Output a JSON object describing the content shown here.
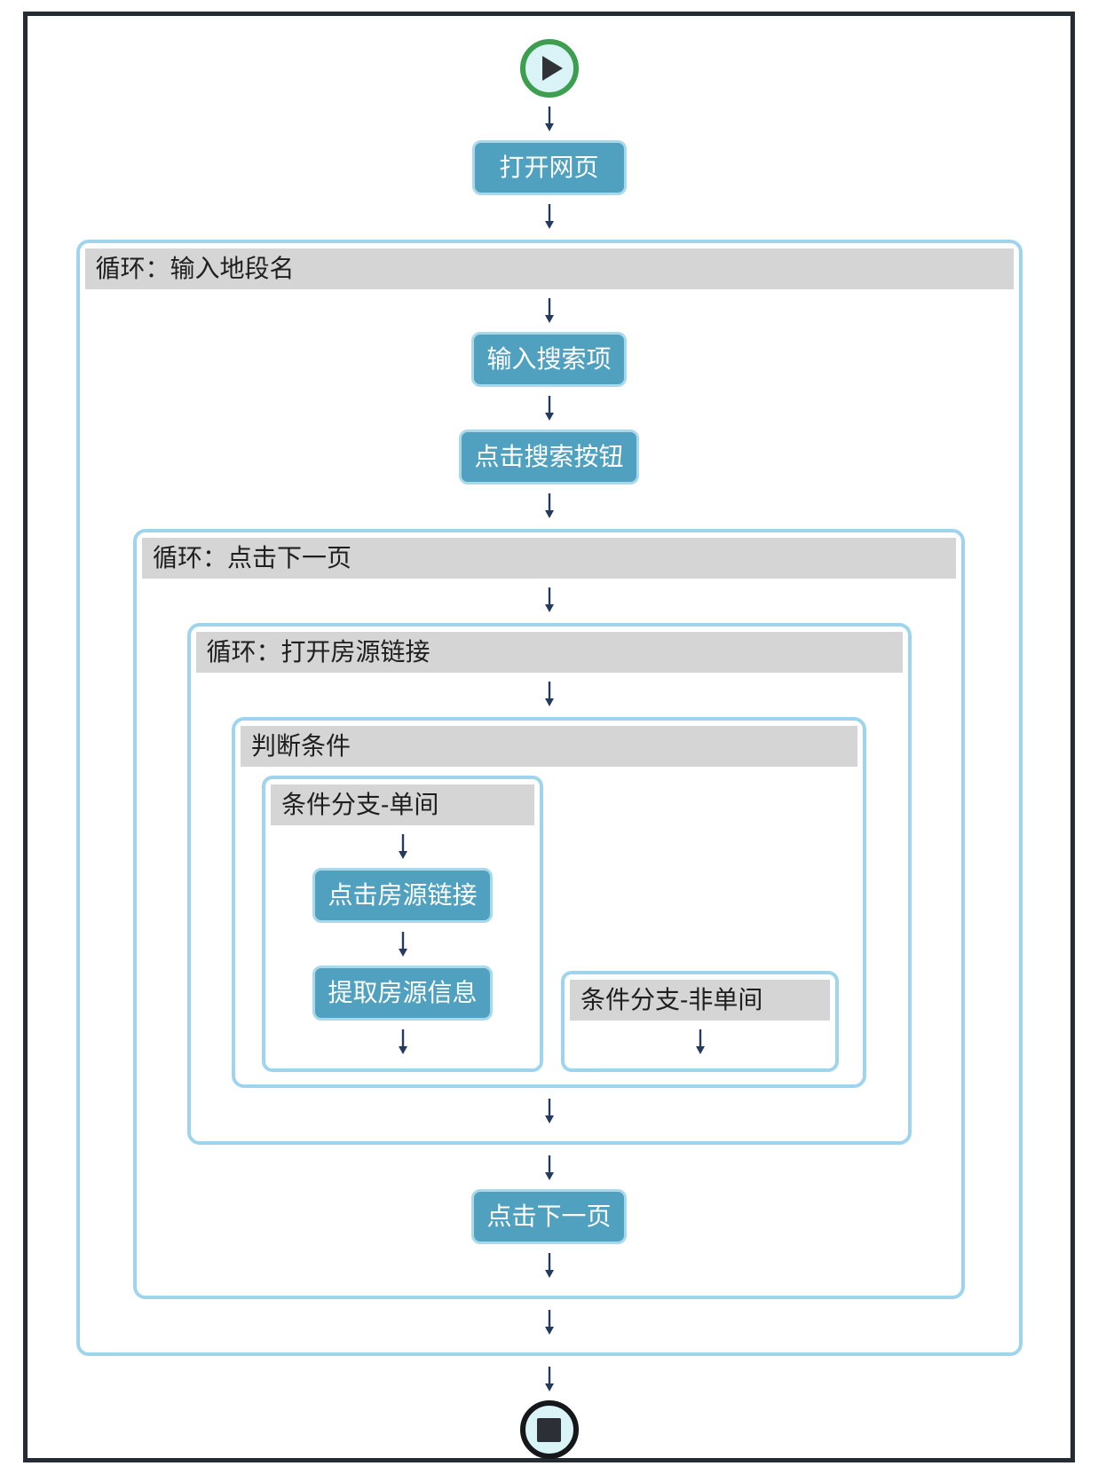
{
  "workflow": {
    "steps": {
      "open_webpage": "打开网页",
      "input_search_term": "输入搜索项",
      "click_search_button": "点击搜索按钮",
      "click_listing_link": "点击房源链接",
      "extract_listing_info": "提取房源信息",
      "click_next_page": "点击下一页"
    },
    "containers": {
      "loop_input_district": "循环：输入地段名",
      "loop_click_next_page": "循环：点击下一页",
      "loop_open_listing_link": "循环：打开房源链接",
      "condition": "判断条件",
      "branch_single_room": "条件分支-单间",
      "branch_not_single_room": "条件分支-非单间"
    },
    "icons": {
      "start": "play-icon",
      "end": "stop-icon",
      "connector": "down-arrow-icon"
    }
  },
  "colors": {
    "node_fill": "#4fa1bf",
    "node_border": "#a9d8ea",
    "node_text": "#ffffff",
    "container_border": "#9fd4ef",
    "header_bg": "#d5d5d5",
    "header_text": "#1f1f1f",
    "start_ring": "#3d9e50",
    "end_ring": "#15171a",
    "terminal_fill": "#d9f3f7",
    "frame_border": "#262c34",
    "arrow": "#253a60"
  }
}
